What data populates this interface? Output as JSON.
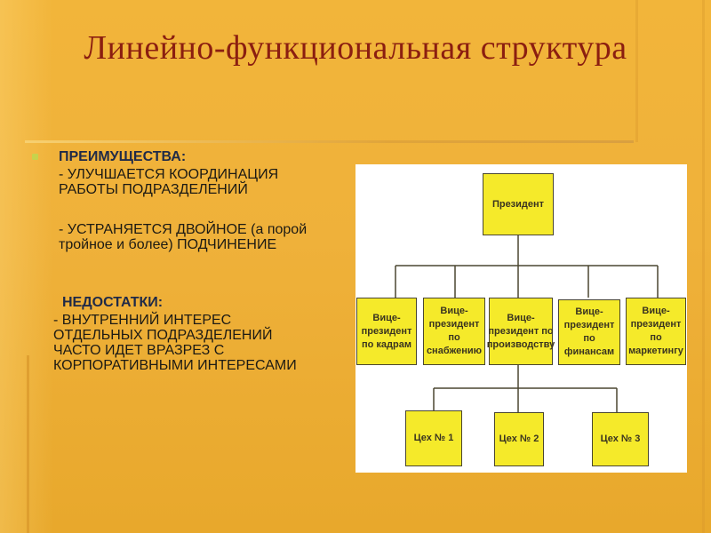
{
  "title": "Линейно-функциональная структура",
  "advantages": {
    "heading": "ПРЕИМУЩЕСТВА:",
    "item1": "- УЛУЧШАЕТСЯ КООРДИНАЦИЯ РАБОТЫ ПОДРАЗДЕЛЕНИЙ",
    "item2": "- УСТРАНЯЕТСЯ ДВОЙНОЕ (а порой тройное и более) ПОДЧИНЕНИЕ"
  },
  "disadvantages": {
    "heading": "НЕДОСТАТКИ:",
    "item1": "- ВНУТРЕННИЙ ИНТЕРЕС ОТДЕЛЬНЫХ ПОДРАЗДЕЛЕНИЙ ЧАСТО ИДЕТ ВРАЗРЕЗ С КОРПОРАТИВНЫМИ ИНТЕРЕСАМИ"
  },
  "org_chart": {
    "president": "Президент",
    "vice_presidents": [
      "Вице-президент по кадрам",
      "Вице-президент по снабжению",
      "Вице-президент по производству",
      "Вице-президент по финансам",
      "Вице-президент по маркетингу"
    ],
    "shops": [
      "Цех № 1",
      "Цех № 2",
      "Цех № 3"
    ],
    "colors": {
      "box_fill": "#f5ea2a",
      "line": "#4a4630"
    }
  },
  "colors": {
    "title": "#8b1e10",
    "background": "#f0b23a"
  }
}
